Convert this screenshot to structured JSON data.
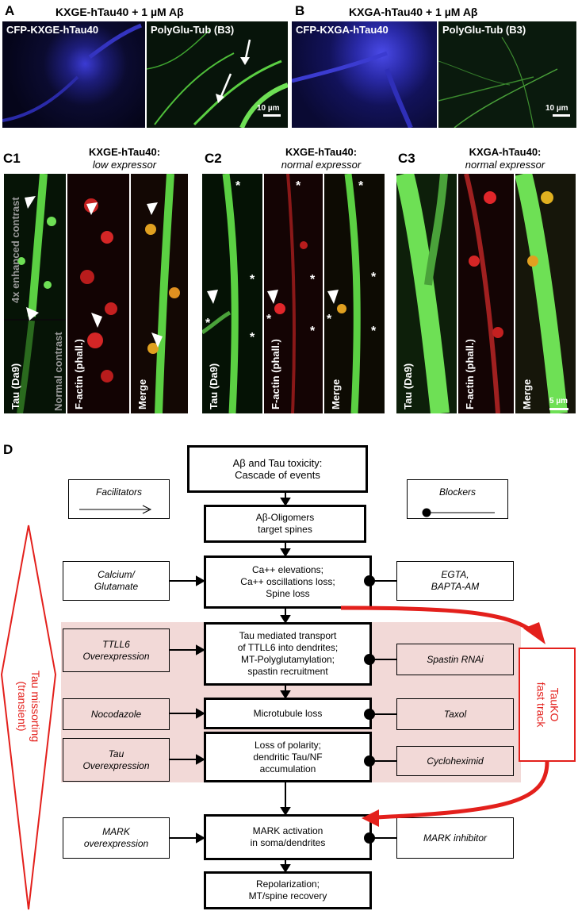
{
  "panel_a": {
    "letter": "A",
    "title": "KXGE-hTau40 + 1 µM Aβ",
    "left_label": "CFP-KXGE-hTau40",
    "right_label": "PolyGlu-Tub (B3)",
    "scale": "10 µm"
  },
  "panel_b": {
    "letter": "B",
    "title": "KXGA-hTau40 + 1 µM Aβ",
    "left_label": "CFP-KXGA-hTau40",
    "right_label": "PolyGlu-Tub (B3)",
    "scale": "10 µm"
  },
  "panel_c1": {
    "letter": "C1",
    "title": "KXGE-hTau40:",
    "subtitle": "low expressor",
    "enhanced_label": "4x enhanced contrast",
    "normal_label": "Normal contrast",
    "tau_label": "Tau (Da9)",
    "actin_label": "F-actin (phall.)",
    "merge_label": "Merge"
  },
  "panel_c2": {
    "letter": "C2",
    "title": "KXGE-hTau40:",
    "subtitle": "normal expressor",
    "tau_label": "Tau (Da9)",
    "actin_label": "F-actin (phall.)",
    "merge_label": "Merge",
    "star": "*"
  },
  "panel_c3": {
    "letter": "C3",
    "title": "KXGA-hTau40:",
    "subtitle": "normal expressor",
    "tau_label": "Tau (Da9)",
    "actin_label": "F-actin (phall.)",
    "merge_label": "Merge",
    "scale": "5 µm"
  },
  "panel_d": {
    "letter": "D",
    "legend_facilitators": "Facilitators",
    "legend_blockers": "Blockers",
    "side_label": "Tau missorting\n(transient)",
    "fast_track": "TauKO\nfast track",
    "center": [
      "Aβ and Tau toxicity:\nCascade of events",
      "Aβ-Oligomers\ntarget spines",
      "Ca++ elevations;\nCa++ oscillations loss;\nSpine loss",
      "Tau mediated transport\nof TTLL6 into dendrites;\nMT-Polyglutamylation;\nspastin recruitment",
      "Microtubule loss",
      "Loss of polarity;\ndendritic Tau/NF\naccumulation",
      "MARK activation\nin soma/dendrites",
      "Repolarization;\nMT/spine recovery"
    ],
    "left": [
      "Calcium/\nGlutamate",
      "TTLL6\nOverexpression",
      "Nocodazole",
      "Tau\nOverexpression",
      "MARK\noverexpression"
    ],
    "right": [
      "EGTA,\nBAPTA-AM",
      "Spastin RNAi",
      "Taxol",
      "Cycloheximid",
      "MARK inhibitor"
    ]
  },
  "colors": {
    "tau_blue": "#3a3ad0",
    "green": "#5bd043",
    "red": "#e0262a",
    "pink_band": "#f2d9d7",
    "arrow_red": "#e3201c"
  }
}
